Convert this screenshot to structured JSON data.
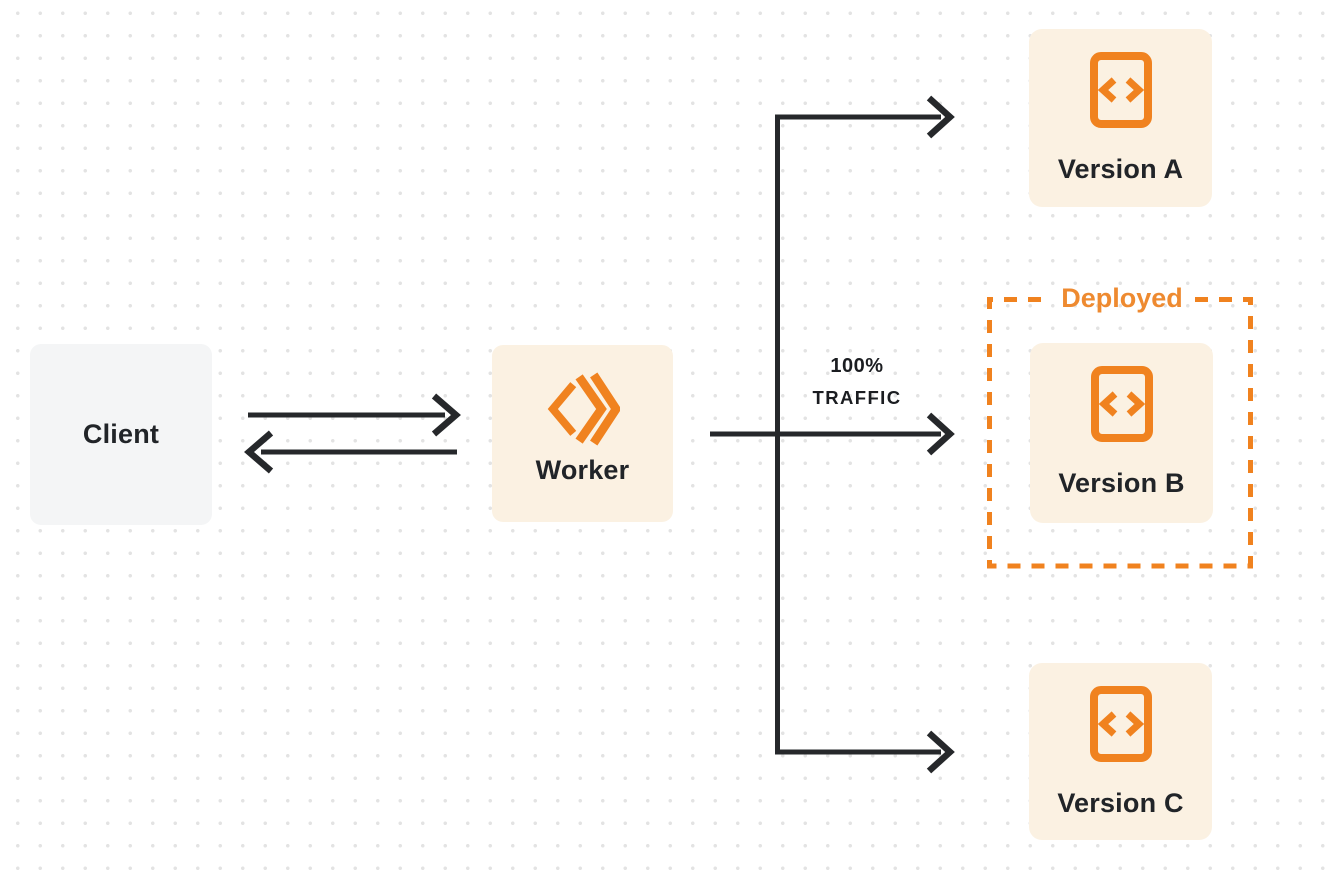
{
  "nodes": {
    "client": {
      "label": "Client"
    },
    "worker": {
      "label": "Worker"
    },
    "version_a": {
      "label": "Version A"
    },
    "version_b": {
      "label": "Version B"
    },
    "version_c": {
      "label": "Version C"
    }
  },
  "annotations": {
    "deployed_label": "Deployed",
    "traffic_line1": "100%",
    "traffic_line2": "TRAFFIC"
  },
  "icons": {
    "worker_logo": "workers-double-chevron-icon",
    "version_icon": "code-file-icon"
  },
  "colors": {
    "accent_orange": "#f0821f",
    "deployed_orange": "#ee8a30",
    "cream_fill": "#fbf1e2",
    "client_fill": "#f4f5f6",
    "wire_dark": "#26282b",
    "dot_grid": "#e3e3e3",
    "background": "#ffffff",
    "text_dark": "#212428"
  }
}
